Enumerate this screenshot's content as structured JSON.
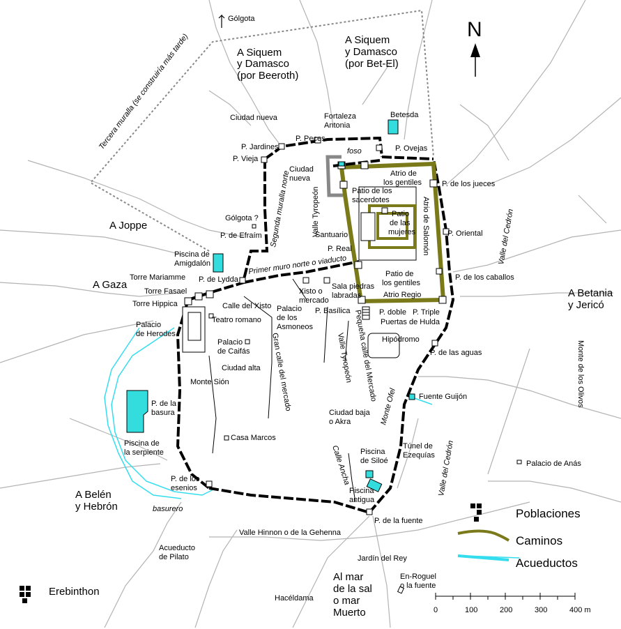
{
  "colors": {
    "wall": "#000000",
    "temple_wall": "#7a7a1a",
    "road": "#b3b3b3",
    "aqueduct": "#33ddee",
    "pool": "#33dddd",
    "third_wall": "#888888"
  },
  "compass": {
    "label": "N"
  },
  "regions": {
    "siquem_beeroth": [
      "A Siquem",
      "y Damasco",
      "(por Beeroth)"
    ],
    "siquem_betel": [
      "A Siquem",
      "y Damasco",
      "(por Bet-El)"
    ],
    "joppe": "A Joppe",
    "gaza": "A Gaza",
    "betania": [
      "A Betania",
      "y Jericó"
    ],
    "belen": [
      "A Belén",
      "y Hebrón"
    ],
    "mar_muerto": [
      "Al mar",
      "de la sal",
      "o mar",
      "Muerto"
    ]
  },
  "labels": {
    "golgota_top": "Gólgota",
    "tercera_muralla": "Tercera muralla (se construiría más tarde)",
    "ciudad_nueva_top": "Ciudad nueva",
    "ciudad_nueva": [
      "Ciudad",
      "nueva"
    ],
    "fortaleza": [
      "Fortaleza",
      "Antonia"
    ],
    "betesda": "Betesda",
    "p_peces": "P. Peces",
    "p_jardines": "P. Jardines",
    "p_vieja": "P. Vieja",
    "foso": "foso",
    "p_ovejas": "P. Ovejas",
    "atrio_gentiles_top": [
      "Atrio de",
      "los gentiles"
    ],
    "p_jueces": "P. de los jueces",
    "patio_sacerdotes": [
      "Patio de los",
      "sacerdotes"
    ],
    "patio_mujeres": [
      "Patio",
      "de las",
      "mujeres"
    ],
    "atrio_salomon": "Atrio de Salomón",
    "segunda_muralla": "Segunda muralla norte",
    "valle_tyropeon_top": "Valle Tyropeón",
    "golgota_mid": "Gólgota ?",
    "santuario": "Santuario",
    "p_oriental": "P. Oriental",
    "p_efraim": "P. de Efraím",
    "valle_cedron_top": "Valle del Cedrón",
    "p_real": "P. Real",
    "piscina_amigdalon": [
      "Piscina de",
      "Amigdalón"
    ],
    "primer_muro": "Primer muro norte o viaducto",
    "patio_gentiles": [
      "Patio de",
      "los gentiles"
    ],
    "p_caballos": "P. de los caballos",
    "torre_mariamme": "Torre Mariamme",
    "p_lydda": "P. de Lydda",
    "torre_fasael": "Torre Fasael",
    "torre_hippica": "Torre Hippica",
    "xisto": [
      "Xisto o",
      "mercado"
    ],
    "sala_piedras": [
      "Sala piedras",
      "labradas"
    ],
    "atrio_regio": "Atrio Regio",
    "calle_xisto": "Calle del Xisto",
    "palacio_asmoneos": [
      "Palacio",
      "de los",
      "Asmoneos"
    ],
    "p_basilica": "P. Basílica",
    "p_doble": "P. doble",
    "p_triple": "P. Triple",
    "puertas_hulda": "Puertas de Hulda",
    "palacio_herodes": [
      "Palacio",
      "de Herodes"
    ],
    "teatro": "Teatro romano",
    "pequena_calle": "Pequeña calle del Mercado",
    "valle_tyropeon": "Valle Tyropeón",
    "hipodromo": "Hipódromo",
    "palacio_caifas": [
      "Palacio",
      "de Caifás"
    ],
    "gran_calle": "Gran calle del mercado",
    "p_aguas": "P. de las aguas",
    "ciudad_alta": "Ciudad alta",
    "monte_sion": "Monte Sión",
    "monte_olivos": "Monte de los Olivos",
    "monte_ofel": "Monte Ofel",
    "fuente_guijon": "Fuente Guijón",
    "p_basura": [
      "P. de la",
      "basura"
    ],
    "ciudad_baja": [
      "Ciudad baja",
      "o Akra"
    ],
    "casa_marcos": "Casa Marcos",
    "piscina_serpiente": [
      "Piscina de",
      "la serpiente"
    ],
    "piscina_siloe": [
      "Piscina",
      "de Siloé"
    ],
    "tunel": [
      "Túnel de",
      "Ezequías"
    ],
    "valle_cedron": "Valle del Cedrón",
    "palacio_anas": "Palacio de Anás",
    "calle_ancha": "Calle Ancha",
    "p_esenios": [
      "P. de los",
      "esenios"
    ],
    "piscina_antigua": [
      "Piscina",
      "antigua"
    ],
    "basurero": "basurero",
    "p_fuente": "P. de la fuente",
    "valle_hinnon": "Valle Hinnon o de la Gehenna",
    "acueducto_pilato": [
      "Acueducto",
      "de Pilato"
    ],
    "jardin_rey": "Jardín del Rey",
    "en_roguel": [
      "En-Roguel",
      "o la fuente"
    ],
    "erebinthon": "Erebinthon",
    "haceldama": "Hacéldama"
  },
  "legend": {
    "poblaciones": "Poblaciones",
    "caminos": "Caminos",
    "acueductos": "Acueductos"
  },
  "scale": {
    "ticks": [
      "0",
      "100",
      "200",
      "300",
      "400 m"
    ]
  }
}
